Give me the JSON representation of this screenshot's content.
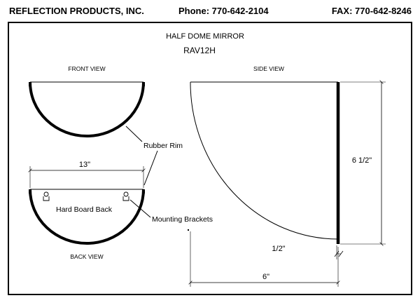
{
  "header": {
    "company": "REFLECTION PRODUCTS, INC.",
    "phone": "Phone: 770-642-2104",
    "fax": "FAX: 770-642-8246"
  },
  "drawing": {
    "title": "HALF DOME MIRROR",
    "model": "RAV12H",
    "front_view_label": "FRONT VIEW",
    "side_view_label": "SIDE VIEW",
    "back_view_label": "BACK VIEW",
    "rubber_rim_label": "Rubber Rim",
    "hard_board_back_label": "Hard Board Back",
    "mounting_brackets_label": "Mounting Brackets",
    "width_dim": "13\"",
    "height_dim": "6 1/2\"",
    "thickness_dim": "1/2\"",
    "depth_dim": "6\""
  }
}
